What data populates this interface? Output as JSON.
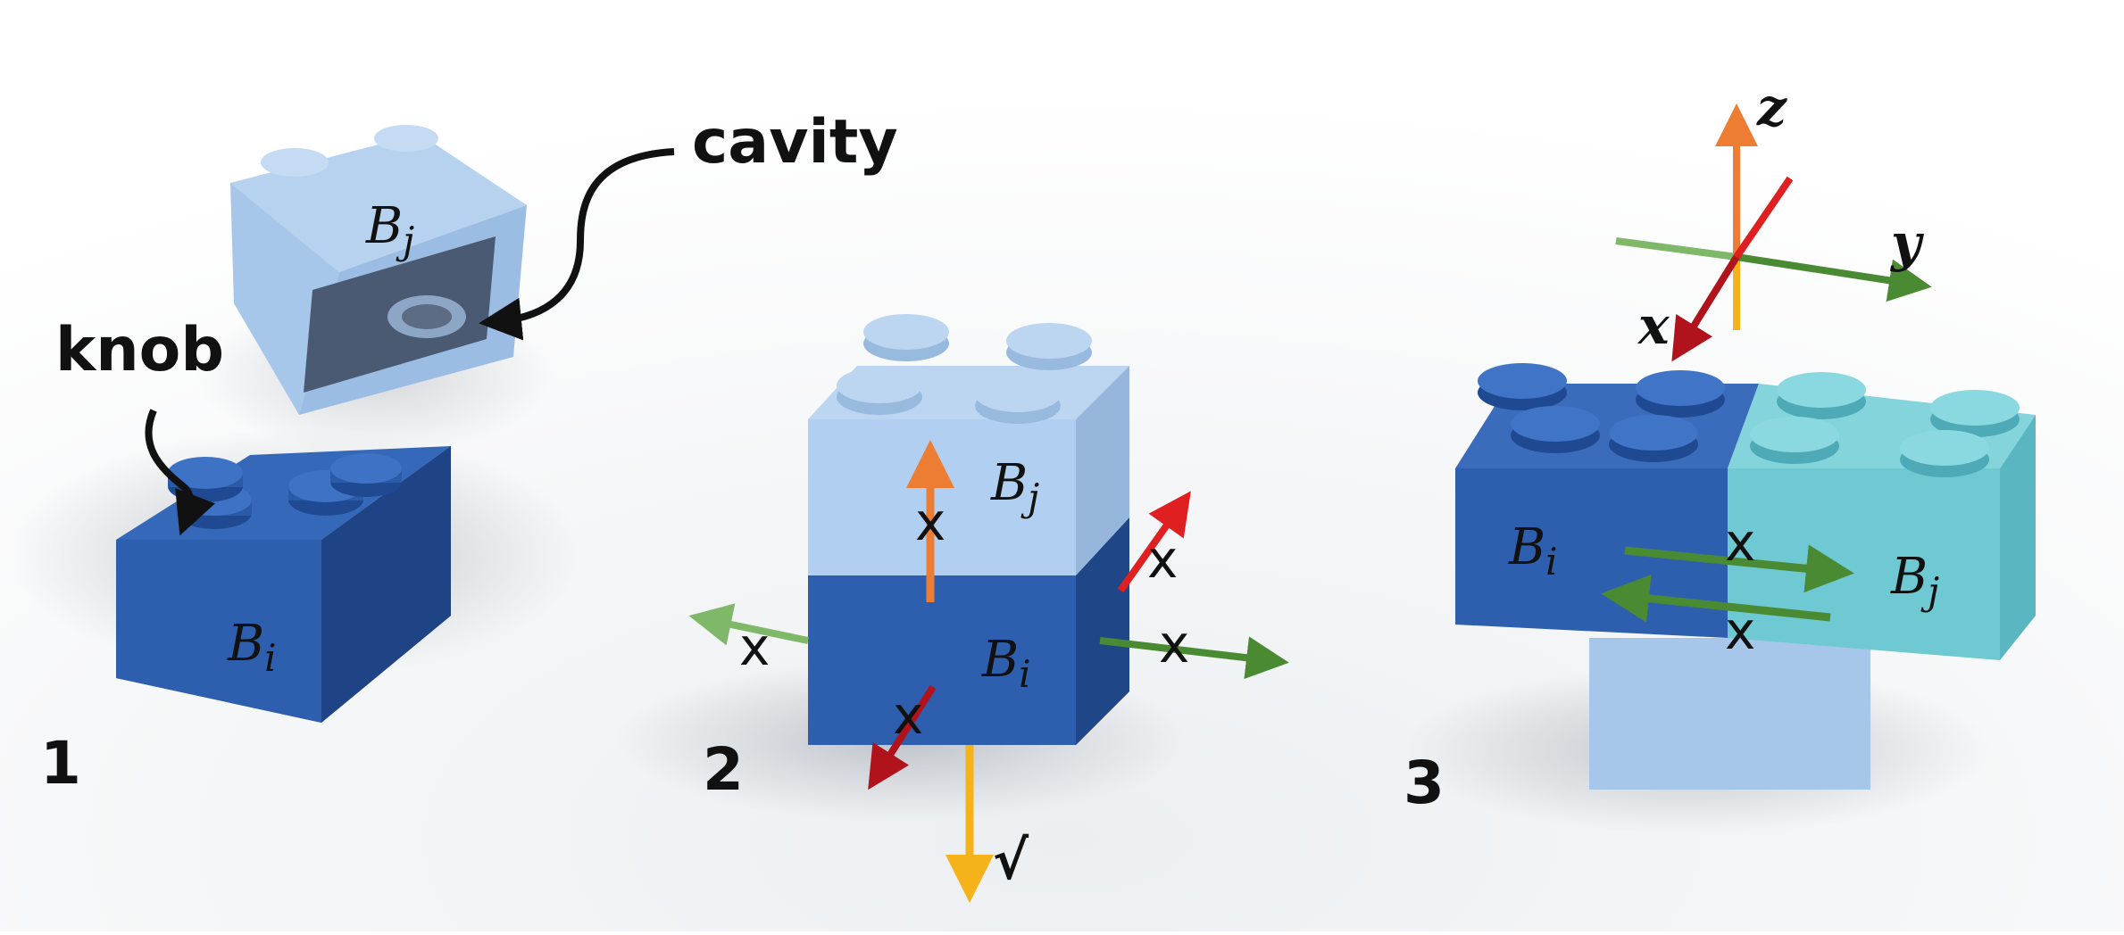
{
  "labels": {
    "cavity": "cavity",
    "knob": "knob",
    "panel1_number": "1",
    "panel2_number": "2",
    "panel3_number": "3"
  },
  "brick_labels": {
    "bj_base": "B",
    "bj_sub": "j",
    "bi_base": "B",
    "bi_sub": "i"
  },
  "axes": {
    "x": "x",
    "y": "y",
    "z": "z"
  },
  "marks": {
    "blocked": "x",
    "allowed": "√"
  },
  "colors": {
    "brick_light_blue": "#a7c7ea",
    "brick_dark_blue": "#2d5fae",
    "brick_teal": "#6ec9d3",
    "arrow_orange": "#ec7d32",
    "arrow_red": "#e02020",
    "arrow_dark_red": "#b0131b",
    "arrow_green": "#4a8a33",
    "arrow_light_green": "#7fb868",
    "arrow_yellow": "#f6b21a"
  }
}
